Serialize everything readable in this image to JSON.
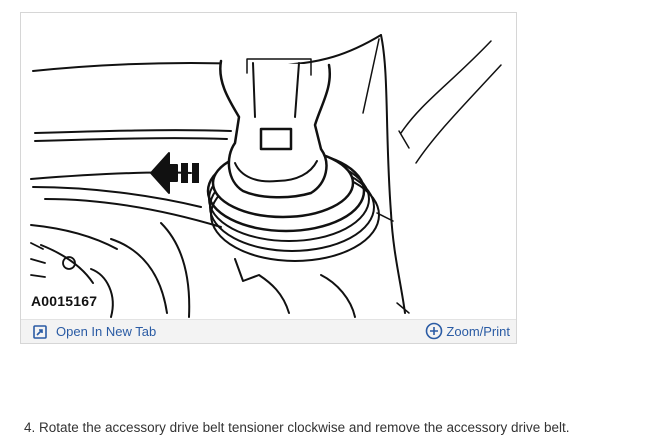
{
  "figure": {
    "code": "A0015167",
    "toolbar": {
      "open_tab_label": "Open In New Tab",
      "zoom_label": "Zoom/Print",
      "open_tab_icon": "external-link-icon",
      "zoom_icon": "plus-circle-icon",
      "link_color": "#2a5ba4"
    }
  },
  "instruction": {
    "text": "4. Rotate the accessory drive belt tensioner clockwise and remove the accessory drive belt."
  }
}
